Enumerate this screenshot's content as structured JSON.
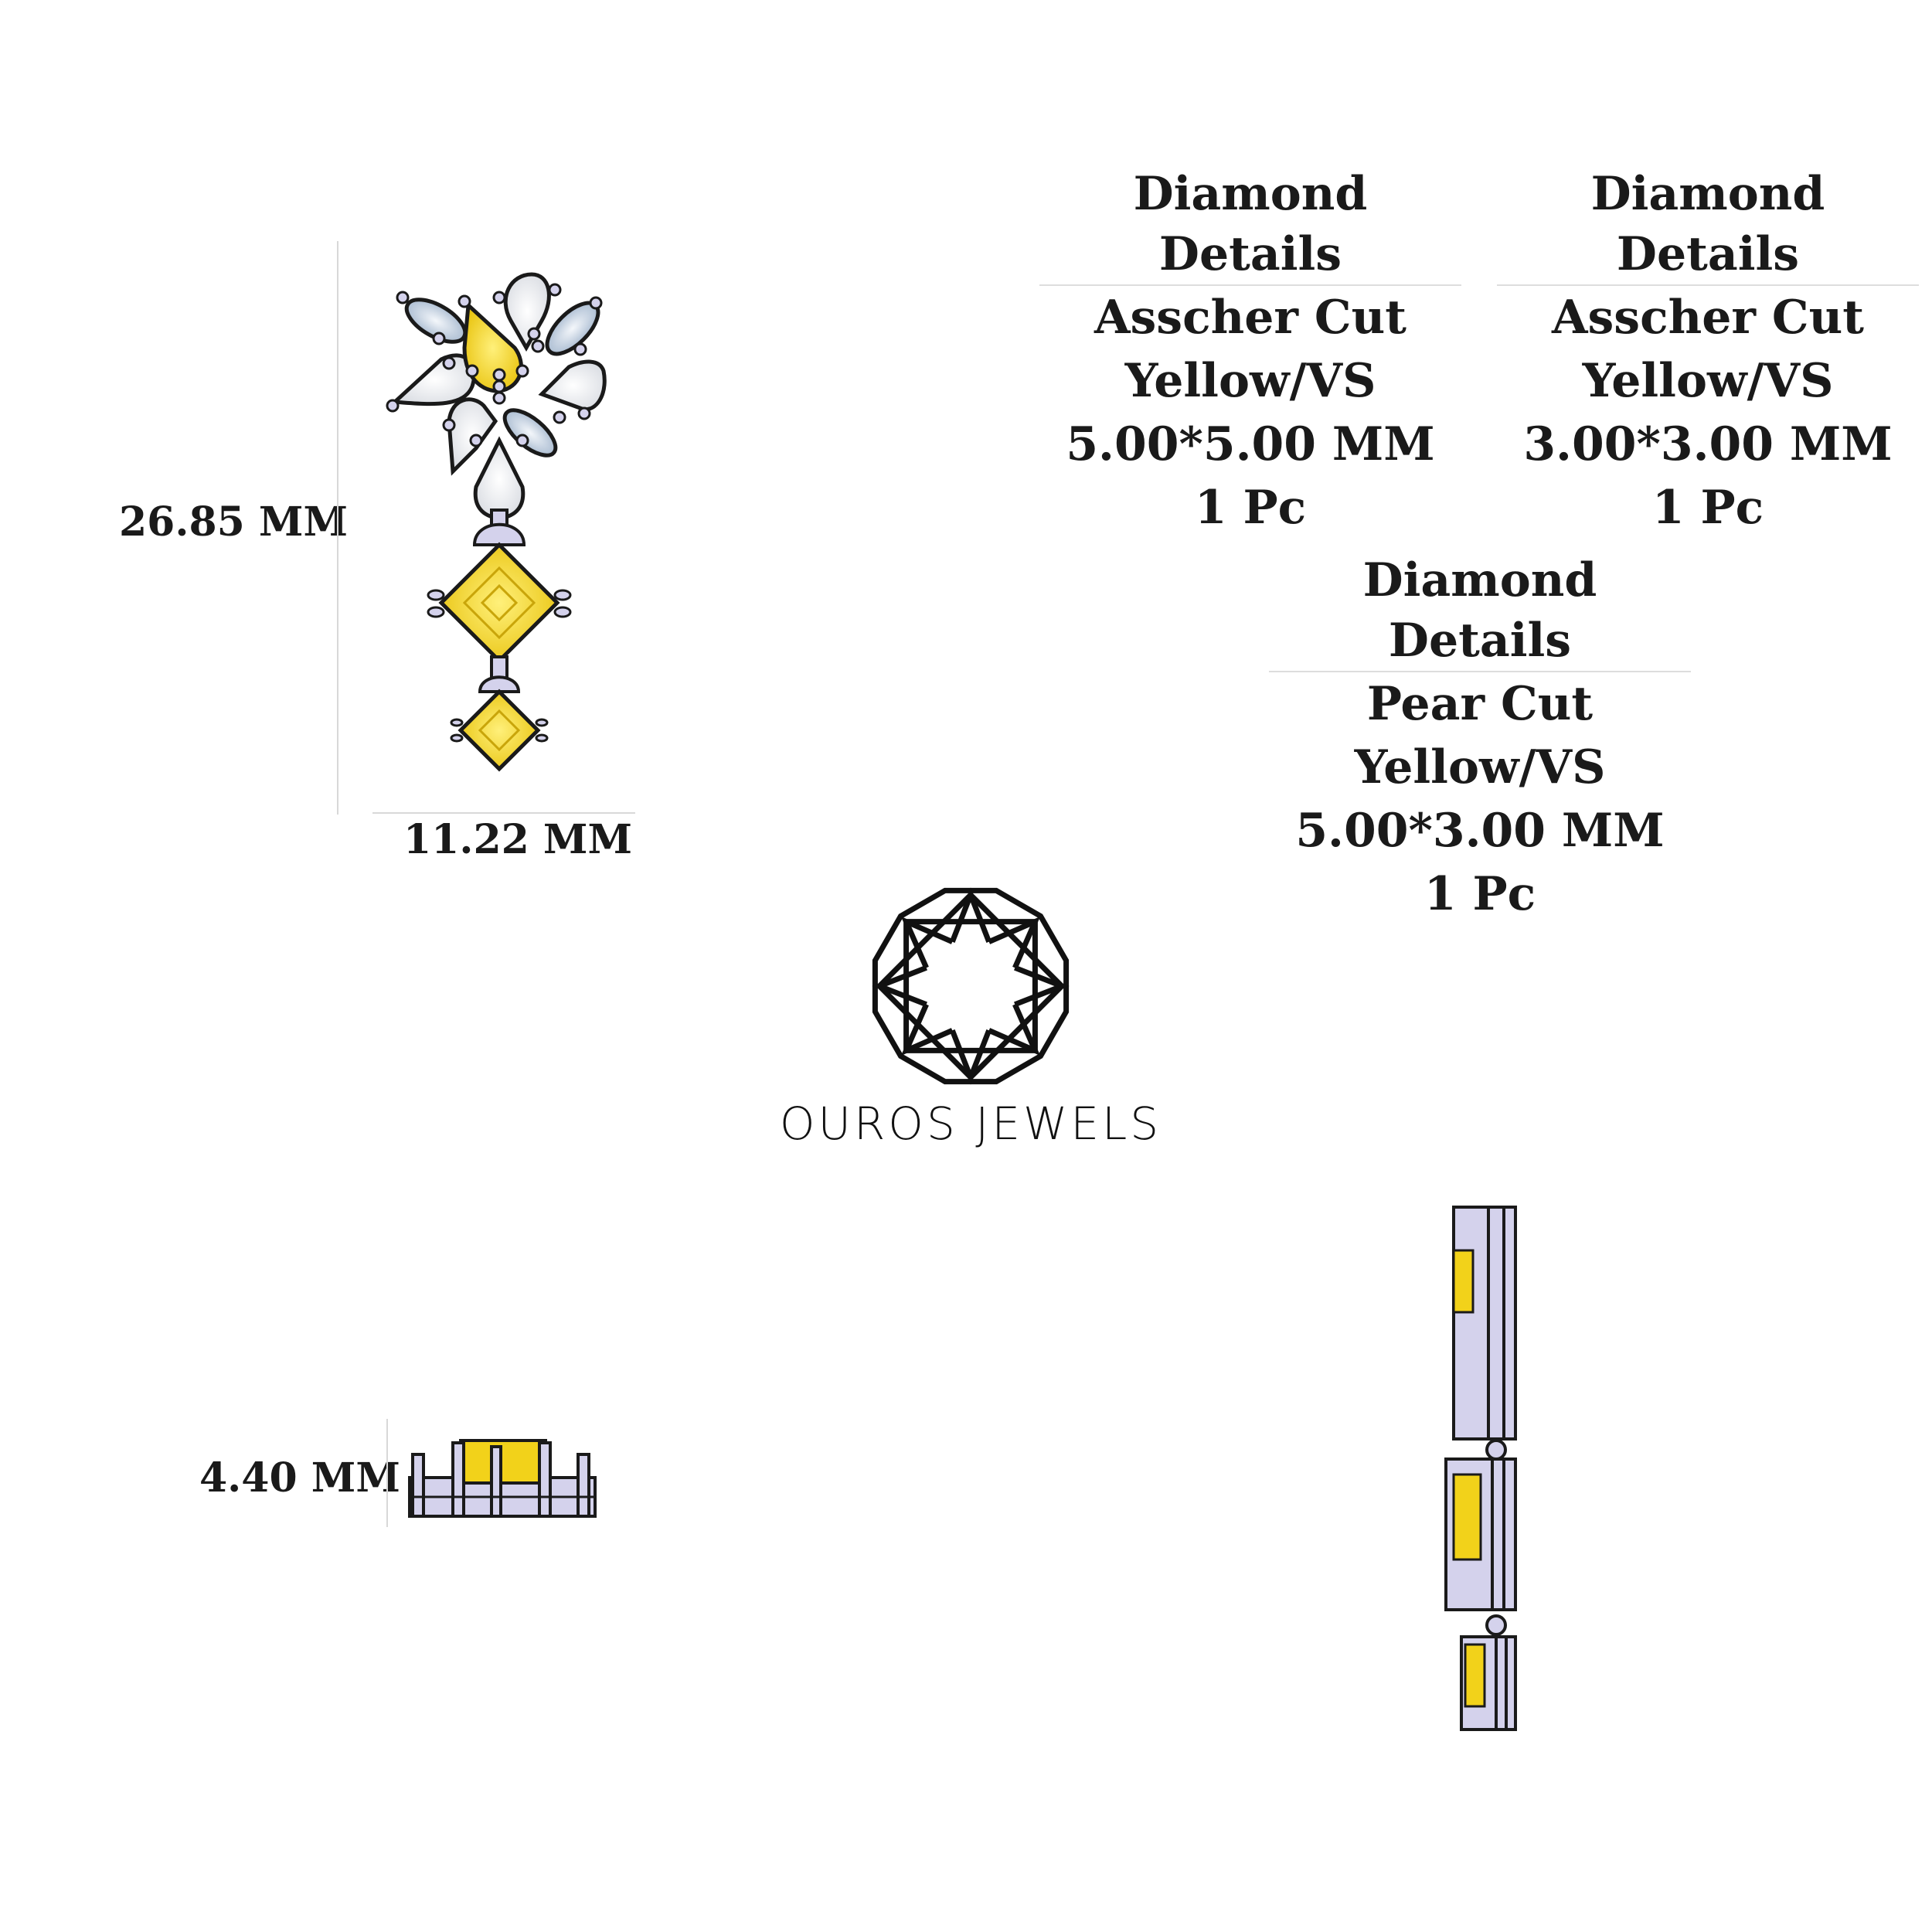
{
  "dimensions": {
    "length": "26.85 MM",
    "width": "11.22 MM",
    "height": "4.40 MM"
  },
  "diamond_details": [
    {
      "heading": "Diamond Details",
      "cut": "Asscher Cut",
      "color_clarity": "Yellow/VS",
      "size": "5.00*5.00 MM",
      "quantity": "1 Pc"
    },
    {
      "heading": "Diamond Details",
      "cut": "Asscher Cut",
      "color_clarity": "Yellow/VS",
      "size": "3.00*3.00 MM",
      "quantity": "1 Pc"
    },
    {
      "heading": "Diamond Details",
      "cut": "Pear Cut",
      "color_clarity": "Yellow/VS",
      "size": "5.00*3.00 MM",
      "quantity": "1 Pc"
    }
  ],
  "brand": {
    "name": "OUROS JEWELS"
  },
  "colors": {
    "yellow": "#f2d21a",
    "metal": "#d4d2ec",
    "white_stone": "#eef0f4",
    "blue_stone": "#c9d6e6",
    "outline": "#1a1a1a"
  }
}
